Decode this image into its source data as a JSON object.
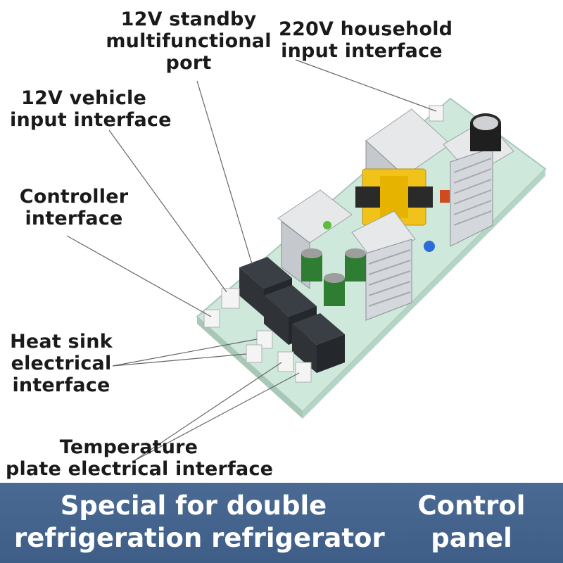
{
  "labels": {
    "standby": [
      "12V standby",
      "multifunctional",
      "port"
    ],
    "household": [
      "220V household",
      "input interface"
    ],
    "vehicle": [
      "12V vehicle",
      "input interface"
    ],
    "controller": [
      "Controller",
      "interface"
    ],
    "heatsink": [
      "Heat sink",
      "electrical",
      "interface"
    ],
    "temperature": [
      "Temperature",
      "plate electrical interface"
    ]
  },
  "banner": {
    "left": [
      "Special for double",
      "refrigeration refrigerator"
    ],
    "right": [
      "Control",
      "panel"
    ]
  },
  "colors": {
    "banner_bg": "#436590",
    "board_green": "#cfe8dc",
    "heatsink": "#c9ccd1",
    "relay": "#2f3338",
    "transformer": "#f0c21a"
  }
}
